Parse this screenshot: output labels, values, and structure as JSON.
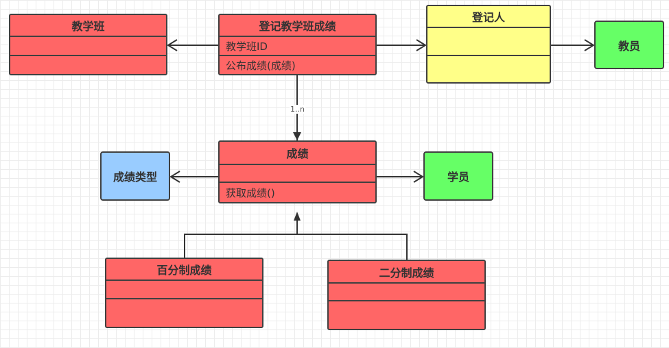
{
  "diagram": {
    "classes": {
      "teaching_class": {
        "title": "教学班"
      },
      "register_score": {
        "title": "登记教学班成绩",
        "attributes": [
          "教学班ID",
          "公布成绩(成绩)"
        ]
      },
      "registrar": {
        "title": "登记人"
      },
      "score": {
        "title": "成绩",
        "methods": [
          "获取成绩()"
        ]
      },
      "percent_score": {
        "title": "百分制成绩"
      },
      "binary_score": {
        "title": "二分制成绩"
      }
    },
    "nodes": {
      "teacher": {
        "label": "教员"
      },
      "score_type": {
        "label": "成绩类型"
      },
      "student": {
        "label": "学员"
      }
    },
    "edges": {
      "register_to_score": {
        "multiplicity": "1..n"
      }
    },
    "colors": {
      "class_fill": "#ff6666",
      "registrar_fill": "#ffff88",
      "green_fill": "#66ff66",
      "blue_fill": "#99ccff",
      "border": "#404040"
    }
  }
}
